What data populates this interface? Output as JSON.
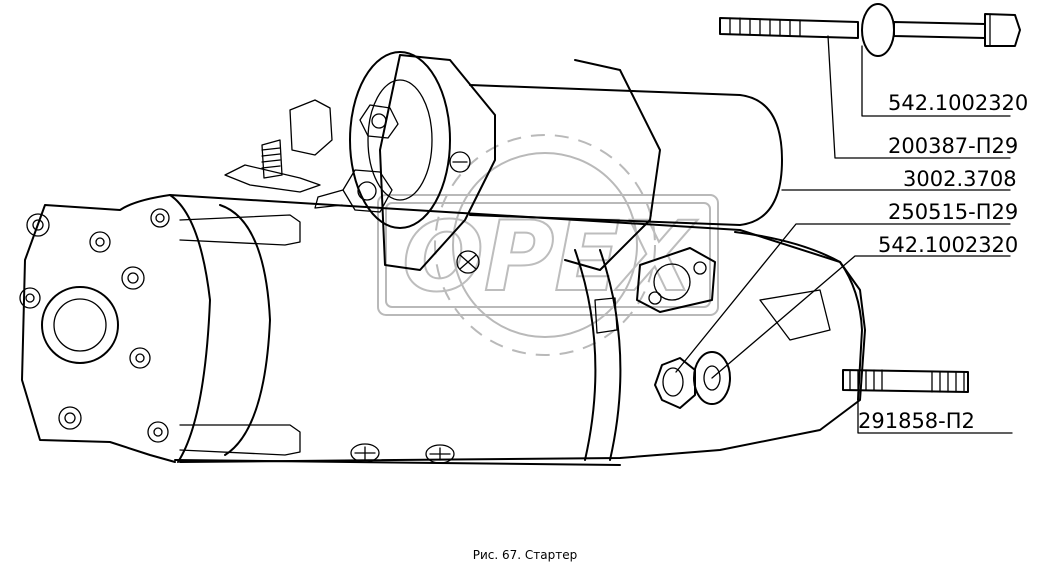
{
  "figure": {
    "caption": "Рис. 67. Стартер",
    "watermark": "OPEX",
    "callouts": [
      {
        "id": "bolt-top",
        "text": "542.1002320"
      },
      {
        "id": "washer",
        "text": "200387-П29"
      },
      {
        "id": "starter",
        "text": "3002.3708"
      },
      {
        "id": "nut",
        "text": "250515-П29"
      },
      {
        "id": "washer-lower",
        "text": "542.1002320"
      },
      {
        "id": "stud",
        "text": "291858-П2"
      }
    ]
  }
}
